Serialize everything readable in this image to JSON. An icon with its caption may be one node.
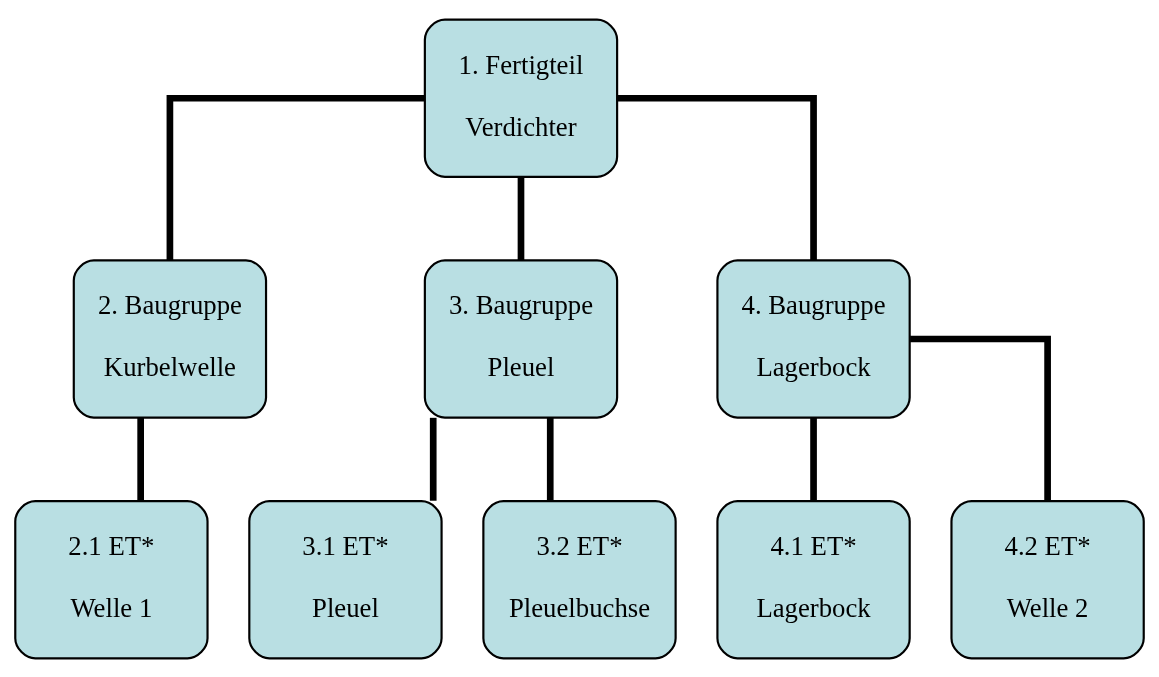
{
  "diagram": {
    "nodes": [
      {
        "text": [
          "1. Fertigteil",
          "Verdichter"
        ]
      },
      {
        "text": [
          "2. Baugruppe",
          "Kurbelwelle"
        ]
      },
      {
        "text": [
          "3. Baugruppe",
          "Pleuel"
        ]
      },
      {
        "text": [
          "4. Baugruppe",
          "Lagerbock"
        ]
      },
      {
        "text": [
          "2.1 ET*",
          "Welle 1"
        ]
      },
      {
        "text": [
          "3.1 ET*",
          "Pleuel"
        ]
      },
      {
        "text": [
          "3.2 ET*",
          "Pleuelbuchse"
        ]
      },
      {
        "text": [
          "4.1 ET*",
          "Lagerbock"
        ]
      },
      {
        "text": [
          "4.2 ET*",
          "Welle 2"
        ]
      }
    ],
    "edges": [
      {
        "from": 0,
        "to": 1,
        "arrow": "none"
      },
      {
        "from": 0,
        "to": 2,
        "arrow": "none"
      },
      {
        "from": 0,
        "to": 3,
        "arrow": "none"
      },
      {
        "from": 1,
        "to": 4,
        "arrow": "none"
      },
      {
        "from": 2,
        "to": 5,
        "arrow": "none"
      },
      {
        "from": 2,
        "to": 6,
        "arrow": "none"
      },
      {
        "from": 3,
        "to": 7,
        "arrow": "none"
      },
      {
        "from": 3,
        "to": 8,
        "arrow": "none"
      }
    ]
  }
}
